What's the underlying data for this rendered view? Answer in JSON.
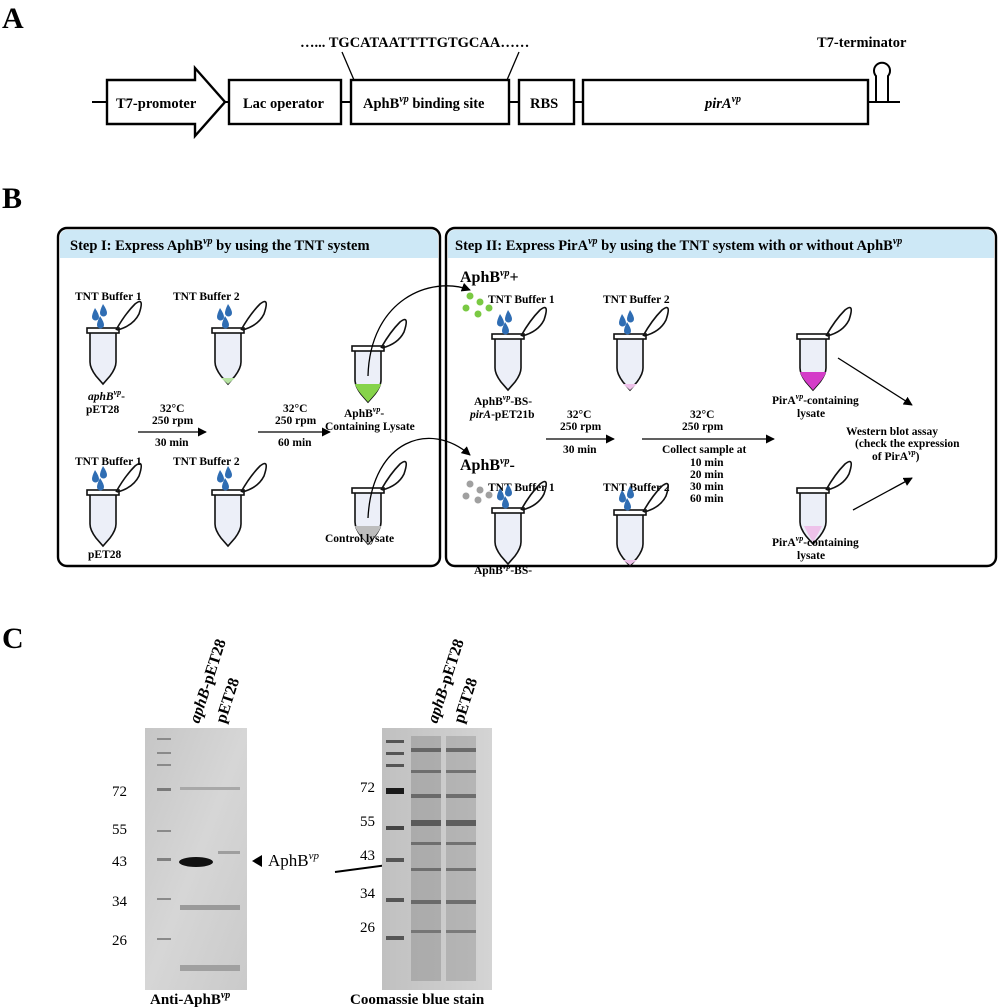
{
  "panels": {
    "a": "A",
    "b": "B",
    "c": "C"
  },
  "construct": {
    "sequence": "…... TGCATAATTTTGTGCAA……",
    "terminator": "T7-terminator",
    "promoter": "T7-promoter",
    "lac_operator": "Lac operator",
    "binding_site_pre": "AphB",
    "binding_site_sup": "vp",
    "binding_site_post": " binding site",
    "rbs": "RBS",
    "gene": "pirA",
    "gene_sup": "vp"
  },
  "step1": {
    "title": "Step I:  Express AphB",
    "title_sup": "vp",
    "title_post": " by using the TNT system",
    "buffer1": "TNT Buffer 1",
    "buffer2": "TNT Buffer 2",
    "tube1_top_a": "aphB",
    "tube1_top_a_sup": "vp",
    "tube1_top_a_post": "-",
    "tube1_top_b": "pET28",
    "tube1_bottom": "pET28",
    "cond1_temp": "32°C",
    "cond1_rpm": "250 rpm",
    "cond1_time": "30 min",
    "cond2_temp": "32°C",
    "cond2_rpm": "250 rpm",
    "cond2_time": "60 min",
    "lysate_a": "AphB",
    "lysate_a_sup": "vp",
    "lysate_a_post": "-",
    "lysate_b": "Containing Lysate",
    "control": "Control lysate"
  },
  "step2": {
    "title": "Step II: Express PirA",
    "title_sup": "vp",
    "title_post": " by using the TNT system with or without AphB",
    "title_sup2": "vp",
    "plus_a": "AphB",
    "plus_sup": "vp",
    "plus_post": "+",
    "minus_a": "AphB",
    "minus_sup": "vp",
    "minus_post": "-",
    "buffer1": "TNT Buffer 1",
    "buffer2": "TNT Buffer 2",
    "plasmid_a": "AphB",
    "plasmid_sup": "vp",
    "plasmid_post": "-BS-",
    "plasmid_b": "pirA",
    "plasmid_b_post": "-pET21b",
    "cond1_temp": "32°C",
    "cond1_rpm": "250 rpm",
    "cond1_time": "30 min",
    "cond2_temp": "32°C",
    "cond2_rpm": "250 rpm",
    "collect": "Collect sample at",
    "times": [
      "10 min",
      "20 min",
      "30 min",
      "60 min"
    ],
    "pira_a": "PirA",
    "pira_sup": "vp",
    "pira_post": "-containing",
    "pira_b": "lysate",
    "wb1": "Western blot assay",
    "wb2": "(check the expression",
    "wb3a": "of PirA",
    "wb3_sup": "vp",
    "wb3_post": ")"
  },
  "gel": {
    "lane1_a": "aphB",
    "lane1_b": "-pET28",
    "lane2": "pET28",
    "markers": [
      "72",
      "55",
      "43",
      "34",
      "26"
    ],
    "arrow_label": "AphB",
    "arrow_sup": "vp",
    "caption_left": "Anti-AphB",
    "caption_left_sup": "vp",
    "caption_right": "Coomassie blue stain"
  },
  "colors": {
    "header_bg": "#cde8f6",
    "aphB_dot": "#7ac943",
    "control_dot": "#a0a0a0",
    "lysate_green": "#86d34a",
    "pira_magenta": "#d43cc8",
    "pira_light": "#eec2ea",
    "drop": "#2f6db3"
  }
}
